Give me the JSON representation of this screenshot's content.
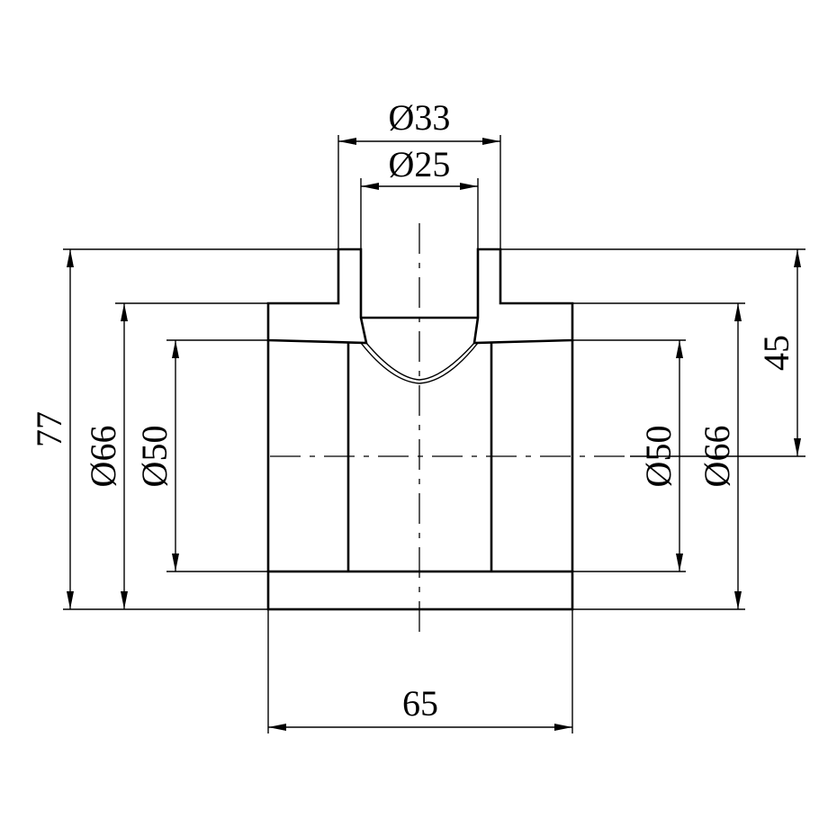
{
  "drawing": {
    "subject": "",
    "colors": {
      "line": "#000000",
      "background": "#ffffff",
      "hatch": "#000000"
    },
    "dimensions": {
      "branch_outer_diameter": "Ø33",
      "branch_inner_diameter": "Ø25",
      "overall_height": "77",
      "run_outer_diameter_left": "Ø66",
      "run_inner_diameter_left": "Ø50",
      "run_inner_diameter_right": "Ø50",
      "run_outer_diameter_right": "Ø66",
      "branch_height": "45",
      "overall_length": "65"
    }
  }
}
